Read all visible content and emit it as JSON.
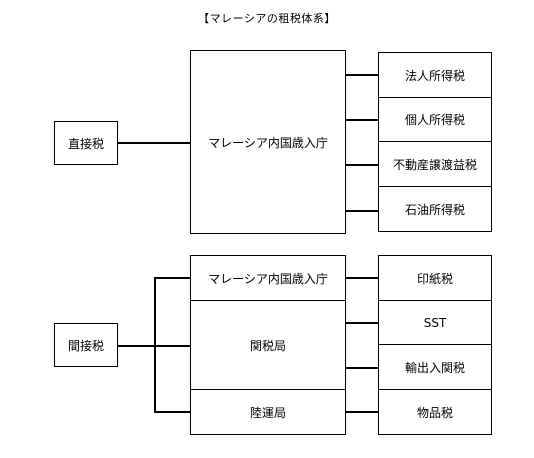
{
  "title": "【マレーシアの租税体系】",
  "direct": {
    "category": "直接税",
    "authority": "マレーシア内国歳入庁",
    "taxes": [
      "法人所得税",
      "個人所得税",
      "不動産譲渡益税",
      "石油所得税"
    ]
  },
  "indirect": {
    "category": "間接税",
    "authorities": [
      "マレーシア内国歳入庁",
      "関税局",
      "陸運局"
    ],
    "taxes": [
      "印紙税",
      "SST",
      "輸出入関税",
      "物品税"
    ]
  }
}
